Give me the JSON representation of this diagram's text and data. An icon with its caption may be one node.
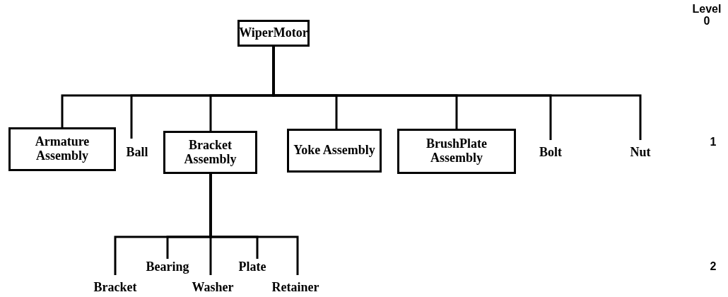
{
  "diagram": {
    "nodes": [
      {
        "text": [
          "WiperMotor"
        ]
      },
      {
        "text": [
          "Armature Assembly"
        ]
      },
      {
        "text": [
          "Ball"
        ]
      },
      {
        "text": [
          "Bracket Assembly"
        ]
      },
      {
        "text": [
          "Yoke Assembly"
        ]
      },
      {
        "text": [
          "BrushPlate Assembly"
        ]
      },
      {
        "text": [
          "Bolt"
        ]
      },
      {
        "text": [
          "Nut"
        ]
      },
      {
        "text": [
          "Bracket"
        ]
      },
      {
        "text": [
          "Bearing"
        ]
      },
      {
        "text": [
          "Washer"
        ]
      },
      {
        "text": [
          "Plate"
        ]
      },
      {
        "text": [
          "Retainer"
        ]
      }
    ],
    "edges": [
      {
        "from": 0,
        "to": 1,
        "arrow": "none"
      },
      {
        "from": 0,
        "to": 2,
        "arrow": "none"
      },
      {
        "from": 0,
        "to": 3,
        "arrow": "none"
      },
      {
        "from": 0,
        "to": 4,
        "arrow": "none"
      },
      {
        "from": 0,
        "to": 5,
        "arrow": "none"
      },
      {
        "from": 0,
        "to": 6,
        "arrow": "none"
      },
      {
        "from": 0,
        "to": 7,
        "arrow": "none"
      },
      {
        "from": 3,
        "to": 8,
        "arrow": "none"
      },
      {
        "from": 3,
        "to": 9,
        "arrow": "none"
      },
      {
        "from": 3,
        "to": 10,
        "arrow": "none"
      },
      {
        "from": 3,
        "to": 11,
        "arrow": "none"
      },
      {
        "from": 3,
        "to": 12,
        "arrow": "none"
      }
    ],
    "labels": [
      "Level",
      "0",
      "1",
      "2"
    ]
  }
}
